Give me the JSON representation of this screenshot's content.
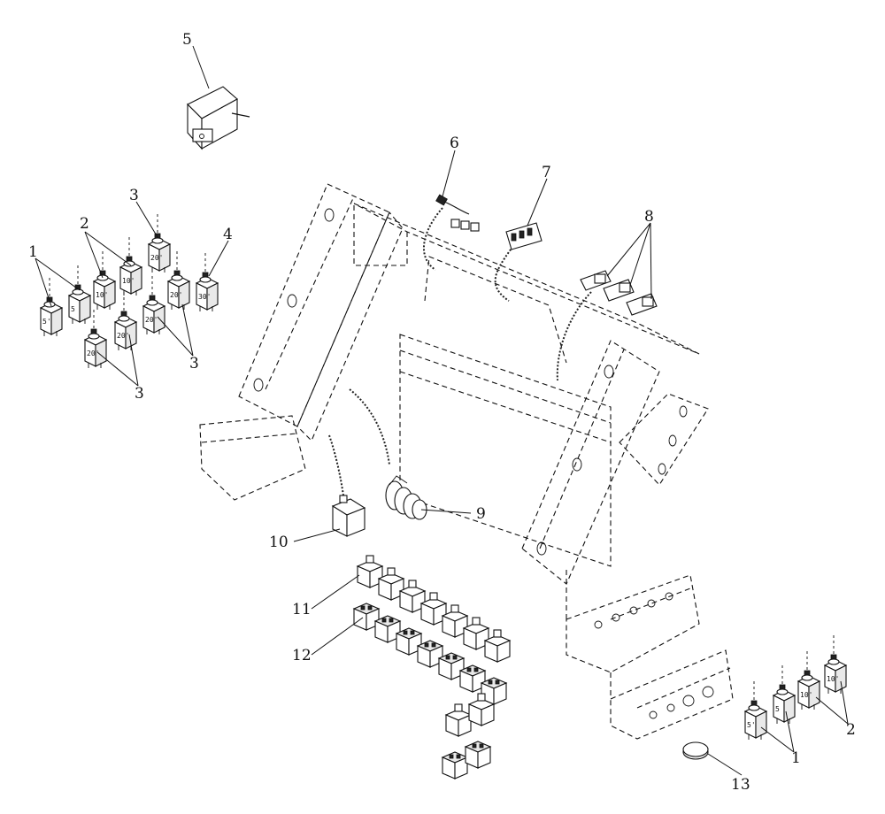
{
  "callouts": {
    "c1": "1",
    "c2": "2",
    "c3": "3",
    "c4": "4",
    "c5": "5",
    "c6": "6",
    "c7": "7",
    "c8": "8",
    "c9": "9",
    "c10": "10",
    "c11": "11",
    "c12": "12",
    "c13": "13"
  },
  "breaker_ratings": {
    "r5": "5",
    "r5b": "5'",
    "r10": "10'",
    "r20": "20'",
    "r30": "30'"
  }
}
